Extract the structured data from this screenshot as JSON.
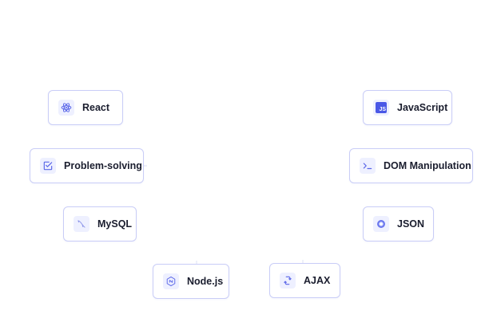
{
  "colors": {
    "accent": "#5a66e8",
    "border": "#c9cdf7",
    "icon_bg": "#eef0ff",
    "text": "#1a1d2e"
  },
  "skills": {
    "react": {
      "label": "React",
      "icon": "react-atom-icon"
    },
    "javascript": {
      "label": "JavaScript",
      "icon": "js-badge-icon"
    },
    "problem_solving": {
      "label": "Problem-solving",
      "icon": "checkbox-edit-icon"
    },
    "dom_manipulation": {
      "label": "DOM Manipulation",
      "icon": "terminal-prompt-icon"
    },
    "mysql": {
      "label": "MySQL",
      "icon": "dolphin-icon"
    },
    "json": {
      "label": "JSON",
      "icon": "ring-icon"
    },
    "nodejs": {
      "label": "Node.js",
      "icon": "hexagon-icon"
    },
    "ajax": {
      "label": "AJAX",
      "icon": "sync-arrows-icon"
    }
  }
}
